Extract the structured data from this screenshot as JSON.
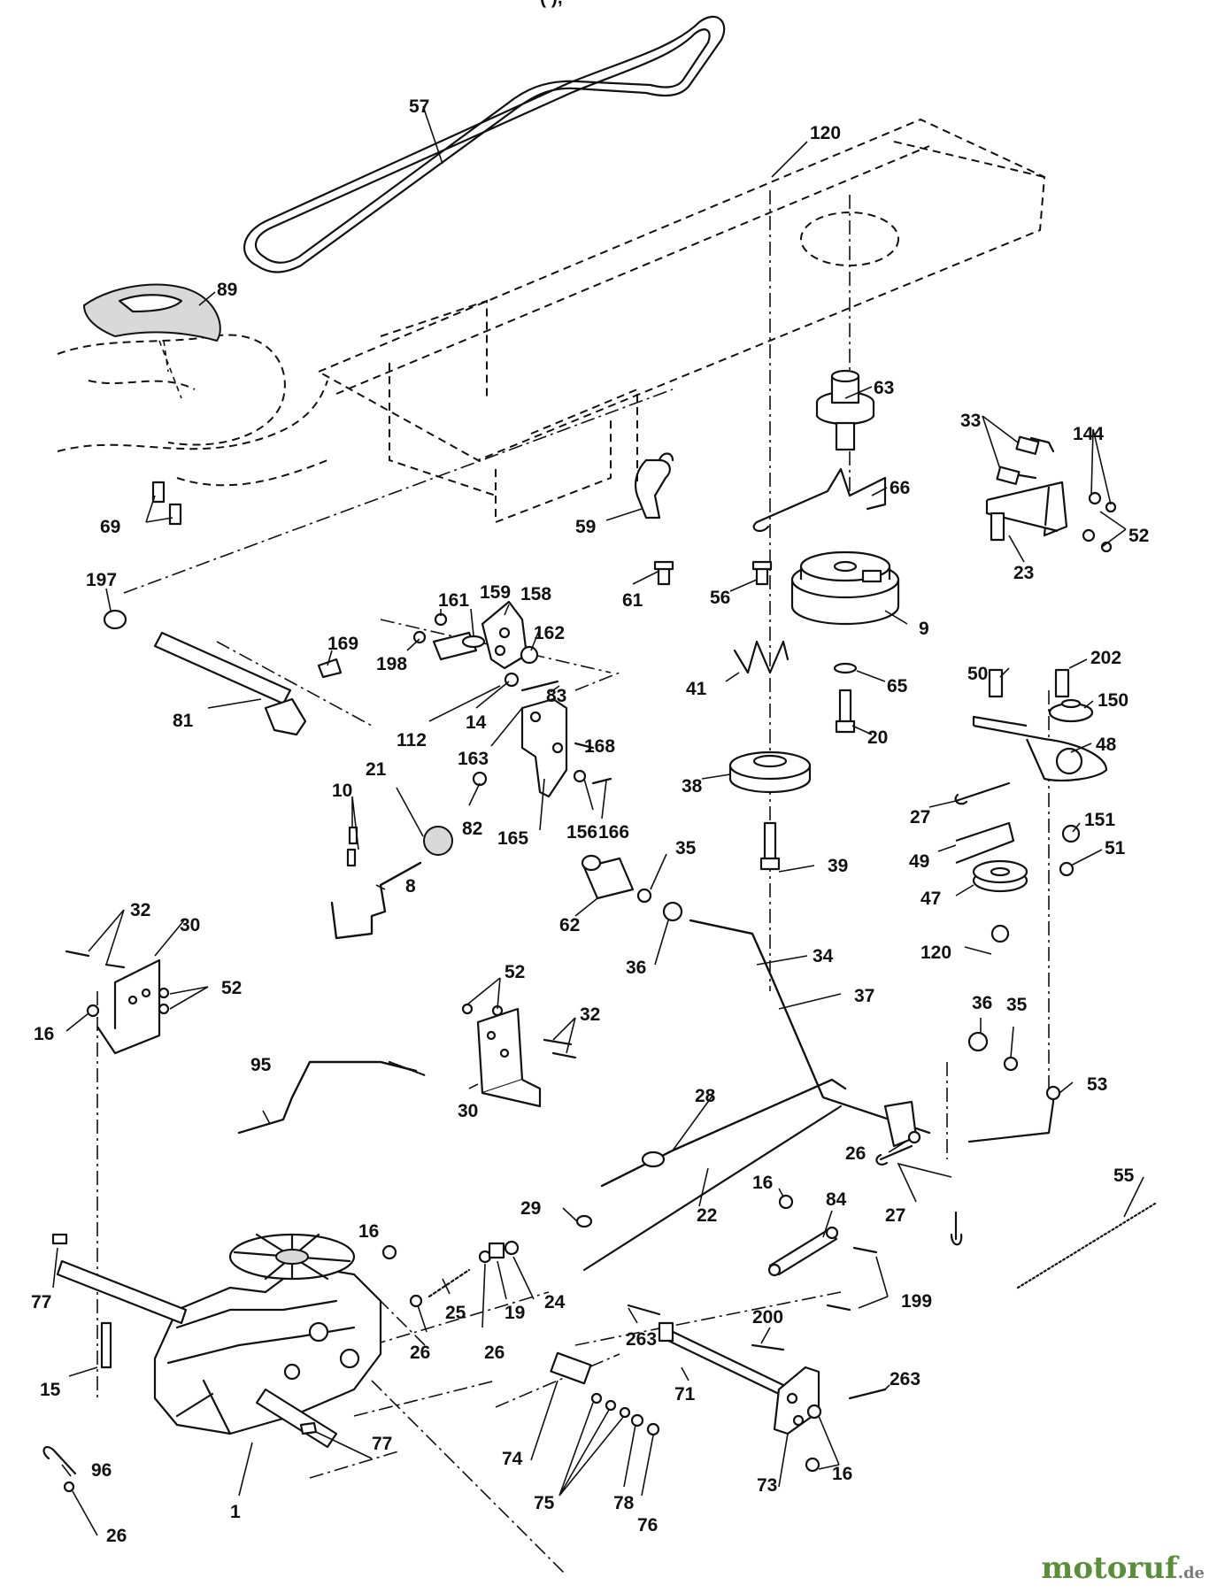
{
  "labels": {
    "p57": "57",
    "p120a": "120",
    "p89": "89",
    "p63": "63",
    "p33": "33",
    "p144": "144",
    "p66": "66",
    "p69": "69",
    "p59": "59",
    "p52a": "52",
    "p23": "23",
    "p197": "197",
    "p161": "161",
    "p159": "159",
    "p158": "158",
    "p61": "61",
    "p56": "56",
    "p9": "9",
    "p169": "169",
    "p162": "162",
    "p198": "198",
    "p41": "41",
    "p65": "65",
    "p50": "50",
    "p202": "202",
    "p150": "150",
    "p83": "83",
    "p81": "81",
    "p112": "112",
    "p14": "14",
    "p20": "20",
    "p48": "48",
    "p21": "21",
    "p163": "163",
    "p168": "168",
    "p38": "38",
    "p27a": "27",
    "p151": "151",
    "p10": "10",
    "p82": "82",
    "p165": "165",
    "p156": "156",
    "p166": "166",
    "p39": "39",
    "p51": "51",
    "p49": "49",
    "p35a": "35",
    "p8": "8",
    "p62": "62",
    "p47": "47",
    "p32a": "32",
    "p30a": "30",
    "p36a": "36",
    "p34": "34",
    "p120b": "120",
    "p52b": "52",
    "p52c": "52",
    "p16a": "16",
    "p37": "37",
    "p32b": "32",
    "p36b": "36",
    "p35b": "35",
    "p95": "95",
    "p30b": "30",
    "p53": "53",
    "p28": "28",
    "p26a": "26",
    "p55": "55",
    "p16b": "16",
    "p29": "29",
    "p22": "22",
    "p27b": "27",
    "p16c": "16",
    "p84": "84",
    "p77a": "77",
    "p25": "25",
    "p19": "19",
    "p24": "24",
    "p199": "199",
    "p26b": "26",
    "p26c": "26",
    "p263a": "263",
    "p200": "200",
    "p15": "15",
    "p71": "71",
    "p263b": "263",
    "p77b": "77",
    "p74": "74",
    "p96": "96",
    "p1": "1",
    "p75": "75",
    "p73": "73",
    "p16d": "16",
    "p78": "78",
    "p76": "76",
    "p26d": "26"
  },
  "brand": {
    "name": "motoruf",
    "suffix": ".de"
  }
}
